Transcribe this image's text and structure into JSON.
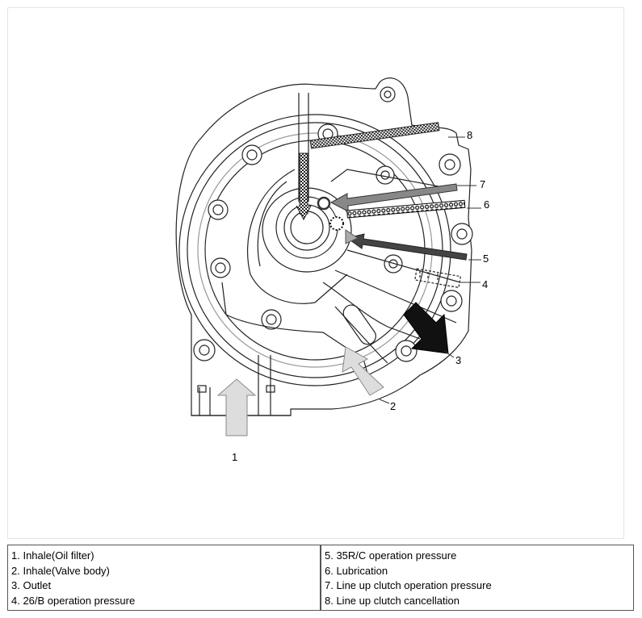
{
  "diagram": {
    "callouts": [
      "1",
      "2",
      "3",
      "4",
      "5",
      "6",
      "7",
      "8"
    ]
  },
  "legend": {
    "left": [
      "1. Inhale(Oil filter)",
      "2. Inhale(Valve body)",
      "3. Outlet",
      "4. 26/B operation pressure"
    ],
    "right": [
      "5. 35R/C operation pressure",
      "6. Lubrication",
      "7. Line up clutch operation pressure",
      "8. Line up clutch cancellation"
    ]
  }
}
